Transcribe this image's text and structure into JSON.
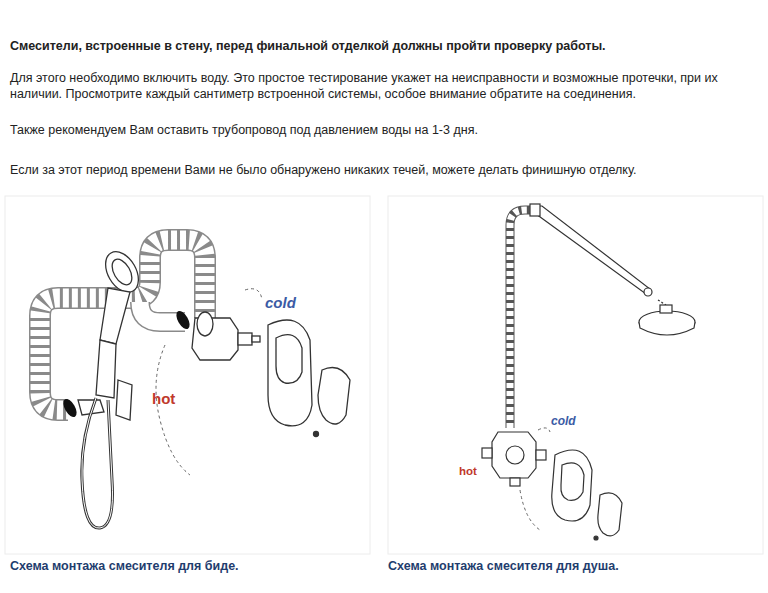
{
  "diagram": {
    "title": "Смесители, встроенные в стену, перед финальной отделкой должны пройти проверку работы.",
    "labels": [
      "Для этого необходимо включить воду. Это простое тестирование укажет на неисправности и возможные протечки, при их наличии. Просмотрите каждый сантиметр встроенной системы, особое внимание обратите на соединения.",
      "Также рекомендуем Вам оставить трубопровод под давлением воды на 1-3 дня.",
      "Если за этот период времени Вами не было обнаружено никаких течей, можете делать финишную отделку.",
      "cold",
      "hot",
      "cold",
      "hot",
      "Схема монтажа смесителя для биде.",
      "Схема монтажа смесителя для душа."
    ]
  }
}
